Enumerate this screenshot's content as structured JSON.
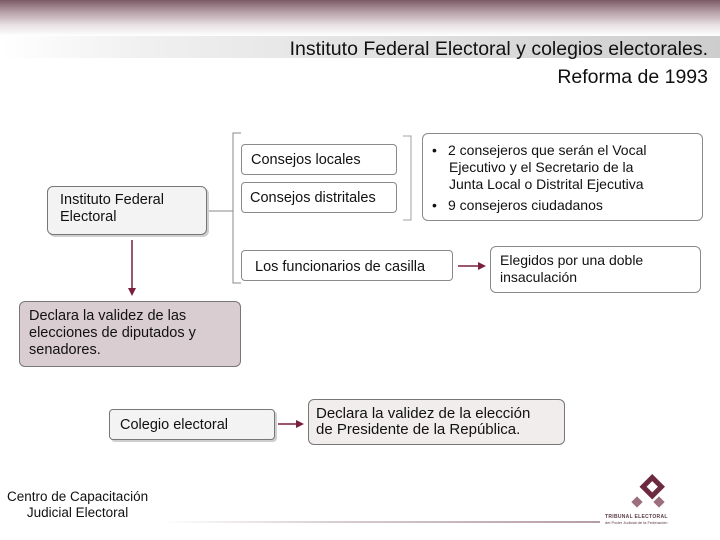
{
  "header": {
    "title_line1": "Instituto Federal Electoral y colegios electorales.",
    "title_line2": "Reforma de 1993"
  },
  "diagram": {
    "ife_label": "Instituto Federal Electoral",
    "ife_line1": "Instituto Federal",
    "ife_line2": "Electoral",
    "consejos_locales": "Consejos locales",
    "consejos_distritales": "Consejos distritales",
    "consejeros_bullet1_l1": "2 consejeros que serán el Vocal",
    "consejeros_bullet1_l2": "Ejecutivo y el Secretario de la",
    "consejeros_bullet1_l3": "Junta Local o Distrital Ejecutiva",
    "consejeros_bullet2": "9 consejeros ciudadanos",
    "funcionarios": "Los funcionarios de casilla",
    "elegidos_l1": "Elegidos por una doble",
    "elegidos_l2": "insaculación",
    "declara1_l1": "Declara la validez de las",
    "declara1_l2": "elecciones de diputados y",
    "declara1_l3": "senadores.",
    "colegio": "Colegio electoral",
    "declara2_l1": "Declara la validez de la elección",
    "declara2_l2": "de Presidente de la República."
  },
  "footer": {
    "line1": "Centro de Capacitación",
    "line2": "Judicial Electoral",
    "logo_text": "TRIBUNAL ELECTORAL",
    "logo_subtext": "del Poder Judicial de la Federación"
  },
  "colors": {
    "accent": "#7a1f3d",
    "box_fill_mauve": "#d9cdd1"
  }
}
